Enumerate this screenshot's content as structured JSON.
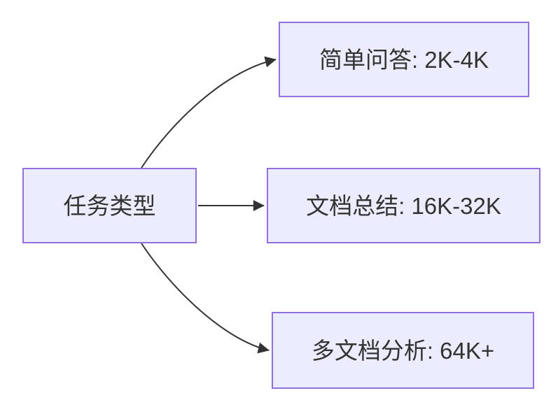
{
  "diagram": {
    "type": "flowchart",
    "direction": "left-to-right",
    "root": {
      "label": "任务类型"
    },
    "branches": [
      {
        "label": "简单问答: 2K-4K"
      },
      {
        "label": "文档总结: 16K-32K"
      },
      {
        "label": "多文档分析: 64K+"
      }
    ],
    "edges": [
      {
        "from": "任务类型",
        "to": "简单问答: 2K-4K"
      },
      {
        "from": "任务类型",
        "to": "文档总结: 16K-32K"
      },
      {
        "from": "任务类型",
        "to": "多文档分析: 64K+"
      }
    ],
    "colors": {
      "node_fill": "#ECECFF",
      "node_border": "#9370DB",
      "edge": "#333333",
      "text": "#333333",
      "background": "#FFFFFF"
    }
  }
}
